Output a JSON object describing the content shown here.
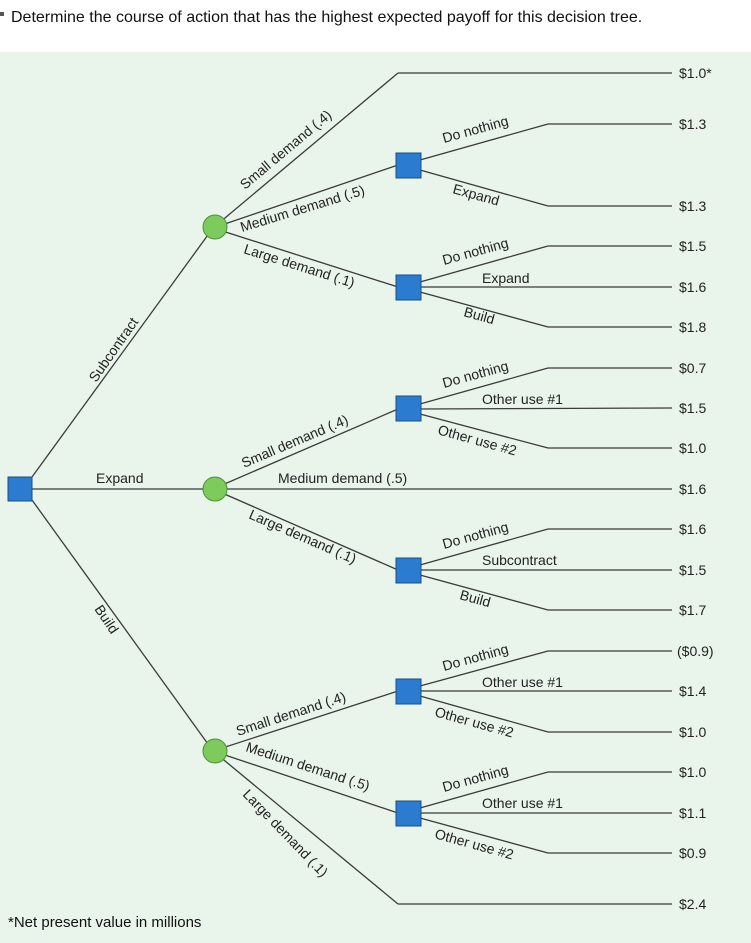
{
  "question": "Determine the course of action that has the highest expected payoff for this decision tree.",
  "footnote": "*Net present value in millions",
  "colors": {
    "decision_node": "#2b7bd0",
    "chance_node": "#7ecb5d",
    "line": "#3b3b3b"
  },
  "tree": {
    "root_alternatives": [
      "Subcontract",
      "Expand",
      "Build"
    ],
    "labels": {
      "sub_small": "Small demand (.4)",
      "sub_medium": "Medium demand (.5)",
      "sub_large": "Large demand (.1)",
      "sub_med_nothing": "Do nothing",
      "sub_med_expand": "Expand",
      "sub_lg_nothing": "Do nothing",
      "sub_lg_expand": "Expand",
      "sub_lg_build": "Build",
      "exp_small": "Small demand (.4)",
      "exp_medium": "Medium demand (.5)",
      "exp_large": "Large demand (.1)",
      "exp_sm_nothing": "Do nothing",
      "exp_sm_use1": "Other use #1",
      "exp_sm_use2": "Other use #2",
      "exp_lg_nothing": "Do nothing",
      "exp_lg_sub": "Subcontract",
      "exp_lg_build": "Build",
      "bld_small": "Small demand (.4)",
      "bld_medium": "Medium demand (.5)",
      "bld_large": "Large demand (.1)",
      "bld_sm_nothing": "Do nothing",
      "bld_sm_use1": "Other use #1",
      "bld_sm_use2": "Other use #2",
      "bld_md_nothing": "Do nothing",
      "bld_md_use1": "Other use #1",
      "bld_md_use2": "Other use #2"
    },
    "payoffs": [
      "$1.0*",
      "$1.3",
      "$1.3",
      "$1.5",
      "$1.6",
      "$1.8",
      "$0.7",
      "$1.5",
      "$1.0",
      "$1.6",
      "$1.6",
      "$1.5",
      "$1.7",
      "($0.9)",
      "$1.4",
      "$1.0",
      "$1.0",
      "$1.1",
      "$0.9",
      "$2.4"
    ]
  }
}
